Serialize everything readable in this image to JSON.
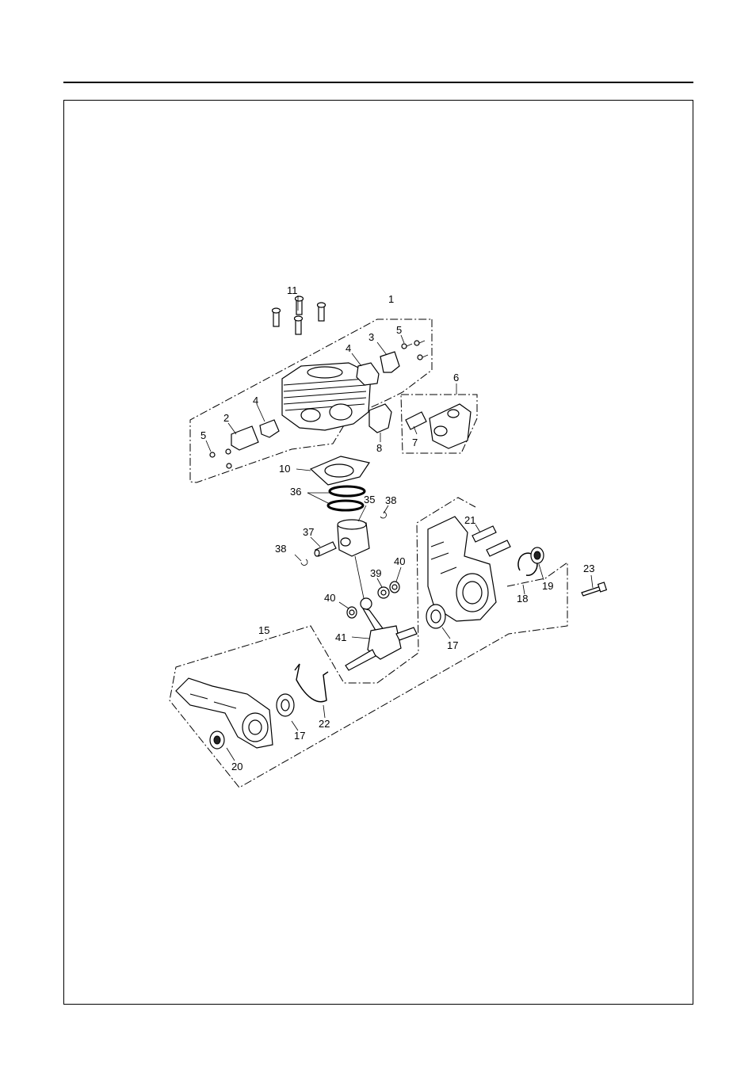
{
  "diagram": {
    "callouts": {
      "c1": "1",
      "c2": "2",
      "c3": "3",
      "c4a": "4",
      "c4b": "4",
      "c5a": "5",
      "c5b": "5",
      "c6": "6",
      "c7": "7",
      "c8": "8",
      "c10": "10",
      "c11": "11",
      "c15": "15",
      "c17a": "17",
      "c17b": "17",
      "c18": "18",
      "c19": "19",
      "c20": "20",
      "c21": "21",
      "c22": "22",
      "c23": "23",
      "c35": "35",
      "c36": "36",
      "c37": "37",
      "c38a": "38",
      "c38b": "38",
      "c39": "39",
      "c40a": "40",
      "c40b": "40",
      "c41": "41"
    }
  }
}
